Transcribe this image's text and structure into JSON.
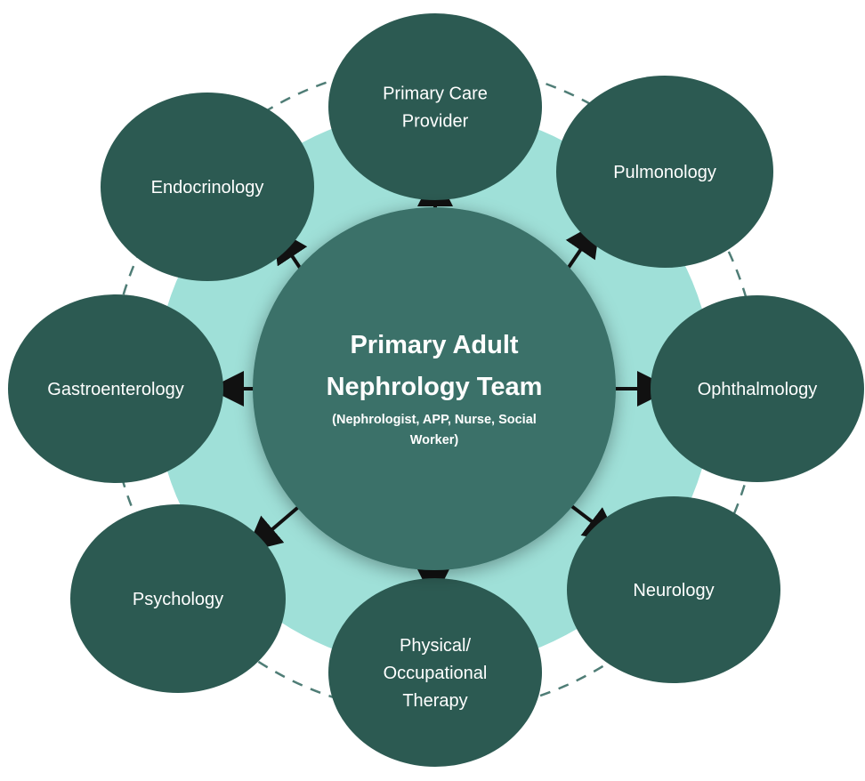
{
  "colors": {
    "node": "#2c5a52",
    "center": "#3a7169",
    "ring": "#9fe0d8",
    "dashed_ring": "#4f7d76",
    "arrow": "#111111",
    "text": "#ffffff"
  },
  "center": {
    "title_line1": "Primary Adult",
    "title_line2": "Nephrology Team",
    "subtitle_line1": "(Nephrologist, APP, Nurse, Social",
    "subtitle_line2": "Worker)"
  },
  "specialties": [
    {
      "id": "primary-care-provider",
      "lines": [
        "Primary Care",
        "Provider"
      ]
    },
    {
      "id": "pulmonology",
      "lines": [
        "Pulmonology"
      ]
    },
    {
      "id": "ophthalmology",
      "lines": [
        "Ophthalmology"
      ]
    },
    {
      "id": "neurology",
      "lines": [
        "Neurology"
      ]
    },
    {
      "id": "physical-occupational-therapy",
      "lines": [
        "Physical/",
        "Occupational",
        "Therapy"
      ]
    },
    {
      "id": "psychology",
      "lines": [
        "Psychology"
      ]
    },
    {
      "id": "gastroenterology",
      "lines": [
        "Gastroenterology"
      ]
    },
    {
      "id": "endocrinology",
      "lines": [
        "Endocrinology"
      ]
    }
  ]
}
